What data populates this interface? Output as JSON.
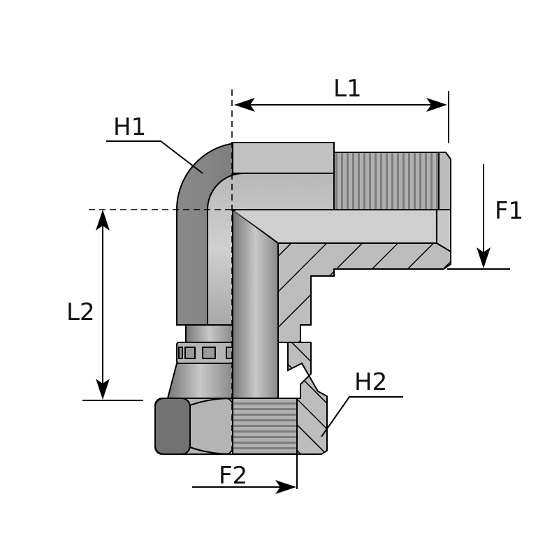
{
  "title": "90° elbow fitting, male thread x swivel female nut",
  "dimensions": {
    "L1": "L1",
    "L2": "L2",
    "F1": "F1",
    "F2": "F2",
    "H1": "H1",
    "H2": "H2"
  },
  "colors": {
    "metal_light": "#c4c4c4",
    "metal_mid": "#a9a9a9",
    "metal_dark": "#6e6e6e",
    "line": "#000000"
  }
}
